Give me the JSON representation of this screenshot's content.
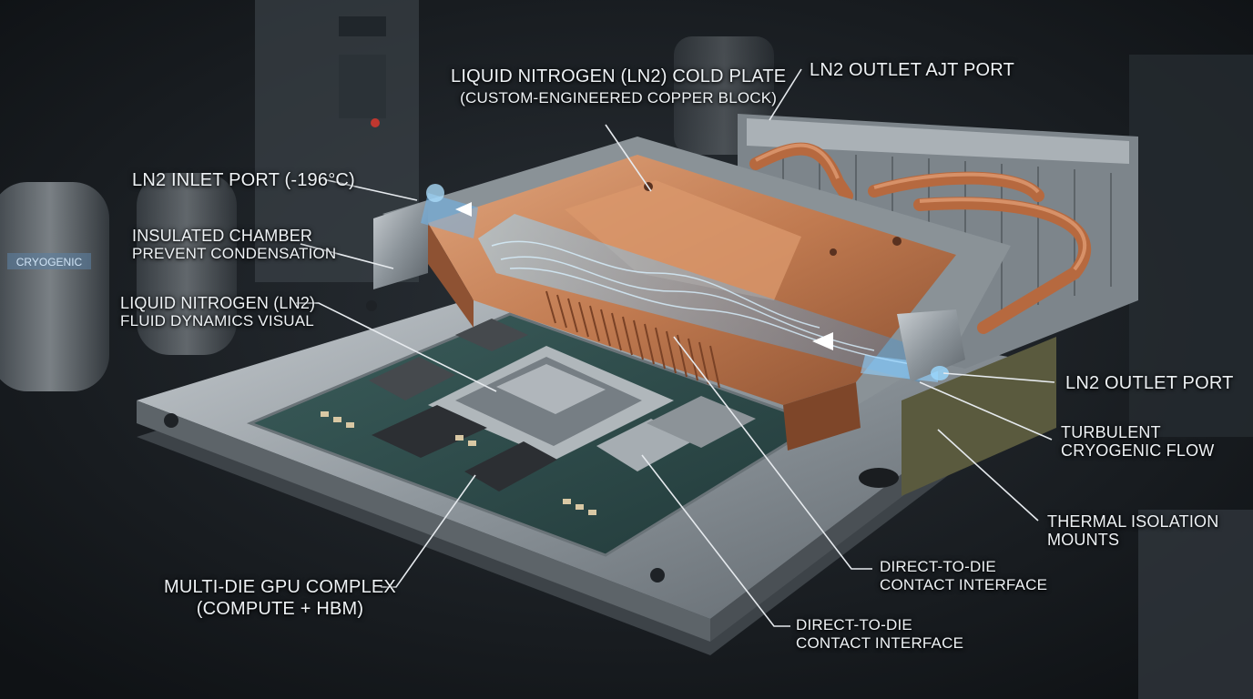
{
  "labels": {
    "cold_plate": {
      "line1": "LIQUID NITROGEN (LN2) COLD PLATE",
      "line2": "(CUSTOM-ENGINEERED COPPER BLOCK)"
    },
    "outlet_top": {
      "line1": "LN2 OUTLET AJT PORT"
    },
    "inlet": {
      "line1": "LN2 INLET PORT (-196°C)"
    },
    "chamber": {
      "line1": "INSULATED CHAMBER",
      "line2": "PREVENT CONDENSATION"
    },
    "fluid": {
      "line1": "LIQUID NITROGEN (LN2)",
      "line2": "FLUID DYNAMICS VISUAL"
    },
    "outlet_right": {
      "line1": "LN2 OUTLET PORT"
    },
    "turbulent": {
      "line1": "TURBULENT",
      "line2": "CRYOGENIC FLOW"
    },
    "isolation": {
      "line1": "THERMAL ISOLATION",
      "line2": "MOUNTS"
    },
    "contact_upper": {
      "line1": "DIRECT-TO-DIE",
      "line2": "CONTACT INTERFACE"
    },
    "contact_lower": {
      "line1": "DIRECT-TO-DIE",
      "line2": "CONTACT INTERFACE"
    },
    "gpu": {
      "line1": "MULTI-DIE GPU COMPLEX",
      "line2": "(COMPUTE + HBM)"
    }
  },
  "background_text": {
    "tank_brand": "CRYOGENIC"
  },
  "colors": {
    "background": "#15191d",
    "copper": "#c07a50",
    "steel": "#9aa2a8",
    "pcb": "#2f4d4c",
    "ln2_flow": "#7cc8ff",
    "label_text": "#eef2f5",
    "leader_line": "#e6eaee"
  }
}
